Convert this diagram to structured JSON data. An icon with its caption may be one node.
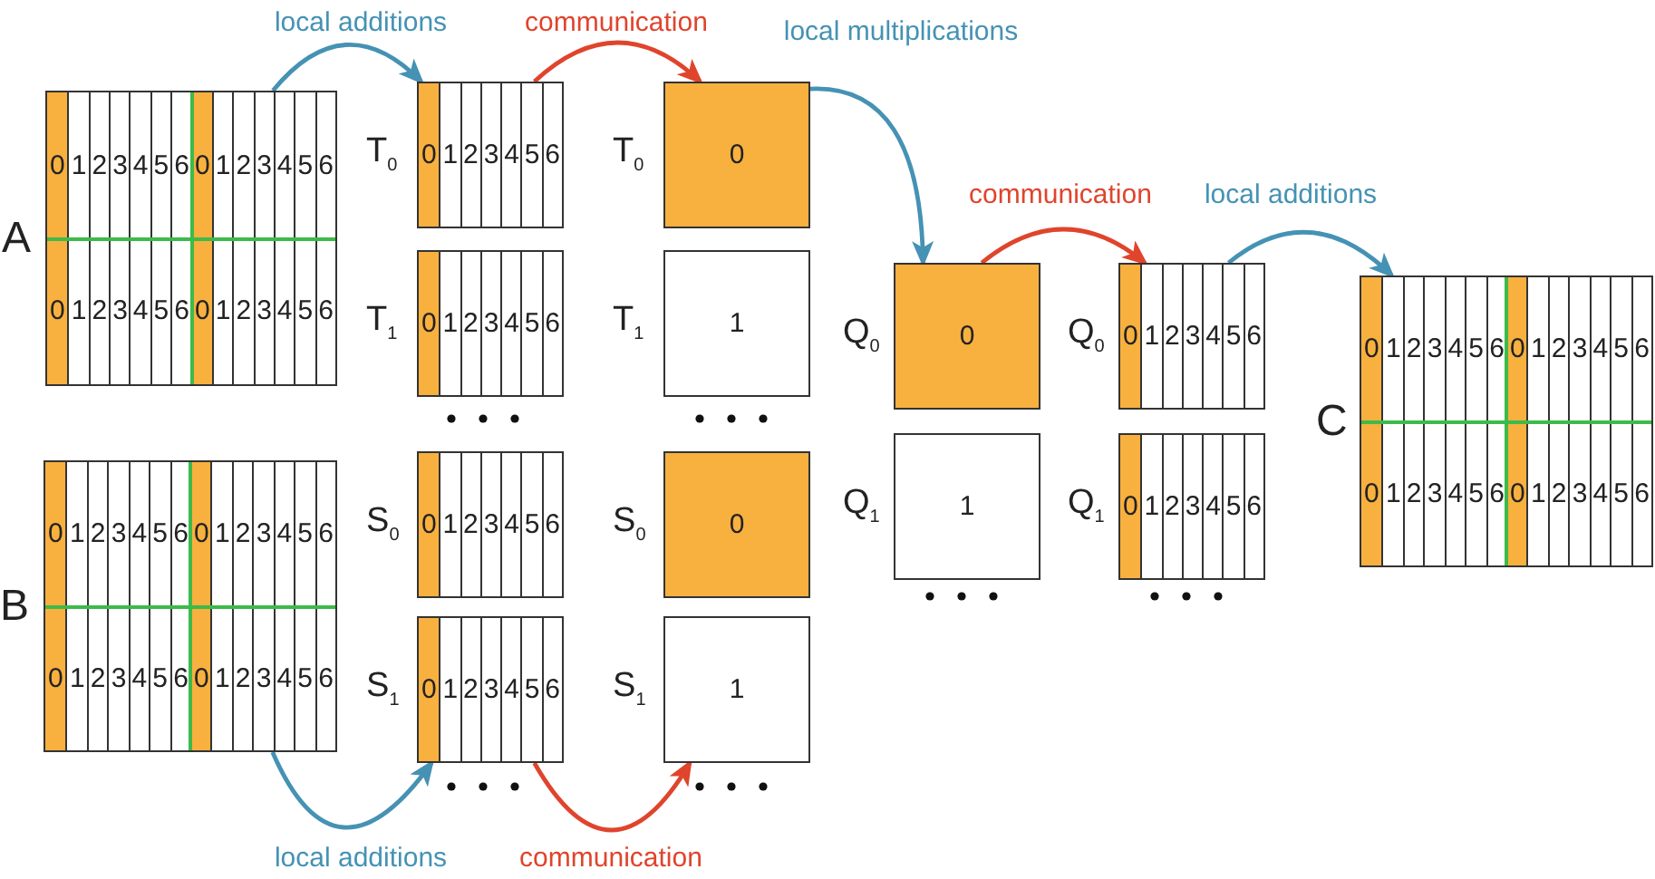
{
  "diagram": {
    "nodes": [
      {
        "text": [
          "A",
          "0",
          "1",
          "2",
          "3",
          "4",
          "5",
          "6",
          "0",
          "1",
          "2",
          "3",
          "4",
          "5",
          "6",
          "0",
          "1",
          "2",
          "3",
          "4",
          "5",
          "6",
          "0",
          "1",
          "2",
          "3",
          "4",
          "5",
          "6"
        ]
      },
      {
        "text": [
          "0",
          "1",
          "2",
          "3",
          "4",
          "5",
          "6"
        ],
        "beside": [
          "T$_{0}$"
        ]
      },
      {
        "text": [
          "0"
        ],
        "beside": [
          "T$_{0}$"
        ]
      },
      {
        "text": [
          "0",
          "1",
          "2",
          "3",
          "4",
          "5",
          "6"
        ],
        "beside": [
          "T$_{1}$"
        ]
      },
      {
        "text": [
          "1"
        ],
        "beside": [
          "T$_{1}$"
        ]
      },
      {
        "text": [
          "0"
        ],
        "beside": [
          "Q$_{0}$"
        ]
      },
      {
        "text": [
          "0",
          "1",
          "2",
          "3",
          "4",
          "5",
          "6"
        ],
        "beside": [
          "Q$_{0}$"
        ]
      },
      {
        "text": [
          "C",
          "0",
          "1",
          "2",
          "3",
          "4",
          "5",
          "6",
          "0",
          "1",
          "2",
          "3",
          "4",
          "5",
          "6",
          "0",
          "1",
          "2",
          "3",
          "4",
          "5",
          "6",
          "0",
          "1",
          "2",
          "3",
          "4",
          "5",
          "6"
        ]
      },
      {
        "text": [
          "1"
        ],
        "beside": [
          "Q$_{1}$"
        ]
      },
      {
        "text": [
          "0",
          "1",
          "2",
          "3",
          "4",
          "5",
          "6"
        ],
        "beside": [
          "Q$_{1}$"
        ]
      },
      {
        "text": [
          "B",
          "0",
          "1",
          "2",
          "3",
          "4",
          "5",
          "6",
          "0",
          "1",
          "2",
          "3",
          "4",
          "5",
          "6",
          "0",
          "1",
          "2",
          "3",
          "4",
          "5",
          "6",
          "0",
          "1",
          "2",
          "3",
          "4",
          "5",
          "6"
        ]
      },
      {
        "text": [
          "0",
          "1",
          "2",
          "3",
          "4",
          "5",
          "6"
        ],
        "beside": [
          "S$_{0}$"
        ]
      },
      {
        "text": [
          "0"
        ],
        "beside": [
          "S$_{0}$"
        ]
      },
      {
        "text": [
          "0",
          "1",
          "2",
          "3",
          "4",
          "5",
          "6"
        ],
        "beside": [
          "S$_{1}$"
        ]
      },
      {
        "text": [
          "1"
        ],
        "beside": [
          "S$_{1}$"
        ]
      }
    ],
    "edges": [
      {
        "from": 0,
        "to": 1,
        "arrow": "to",
        "label": "local additions"
      },
      {
        "from": 1,
        "to": 2,
        "arrow": "to",
        "label": "communication",
        "color": "#e0442c"
      },
      {
        "from": 2,
        "to": 5,
        "arrow": "to",
        "label": "local multiplications"
      },
      {
        "from": 5,
        "to": 6,
        "arrow": "to",
        "label": "communication",
        "color": "#e0442c"
      },
      {
        "from": 6,
        "to": 7,
        "arrow": "to",
        "label": "local additions"
      },
      {
        "from": 10,
        "to": 13,
        "arrow": "to",
        "label": "local additions"
      },
      {
        "from": 13,
        "to": 14,
        "arrow": "to",
        "label": "communication",
        "color": "#e0442c"
      }
    ]
  }
}
